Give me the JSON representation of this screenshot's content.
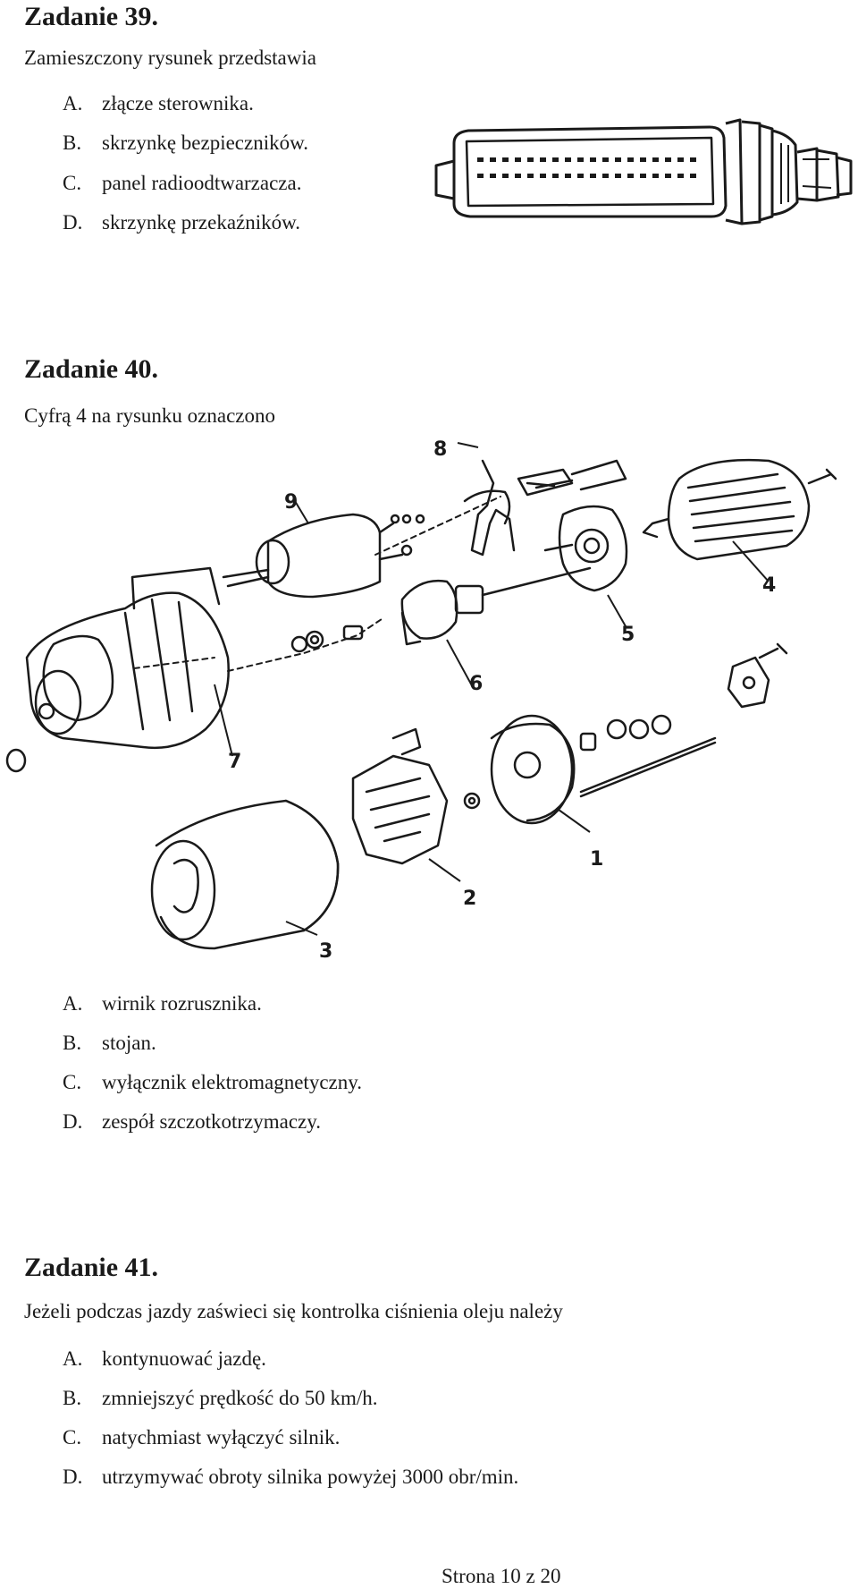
{
  "tasks": [
    {
      "heading": "Zadanie 39.",
      "question": "Zamieszczony rysunek przedstawia",
      "options": [
        {
          "letter": "A.",
          "text": "złącze sterownika."
        },
        {
          "letter": "B.",
          "text": "skrzynkę bezpieczników."
        },
        {
          "letter": "C.",
          "text": "panel radioodtwarzacza."
        },
        {
          "letter": "D.",
          "text": "skrzynkę przekaźników."
        }
      ]
    },
    {
      "heading": "Zadanie 40.",
      "question": "Cyfrą 4 na rysunku oznaczono",
      "options": [
        {
          "letter": "A.",
          "text": "wirnik rozrusznika."
        },
        {
          "letter": "B.",
          "text": "stojan."
        },
        {
          "letter": "C.",
          "text": "wyłącznik elektromagnetyczny."
        },
        {
          "letter": "D.",
          "text": "zespół szczotkotrzymaczy."
        }
      ],
      "figure_labels": [
        "1",
        "2",
        "3",
        "4",
        "5",
        "6",
        "7",
        "8",
        "9"
      ]
    },
    {
      "heading": "Zadanie 41.",
      "question": "Jeżeli podczas jazdy zaświeci się kontrolka ciśnienia oleju należy",
      "options": [
        {
          "letter": "A.",
          "text": "kontynuować jazdę."
        },
        {
          "letter": "B.",
          "text": "zmniejszyć prędkość do 50 km/h."
        },
        {
          "letter": "C.",
          "text": "natychmiast wyłączyć silnik."
        },
        {
          "letter": "D.",
          "text": "utrzymywać obroty silnika powyżej 3000 obr/min."
        }
      ]
    }
  ],
  "footer": "Strona 10 z 20"
}
